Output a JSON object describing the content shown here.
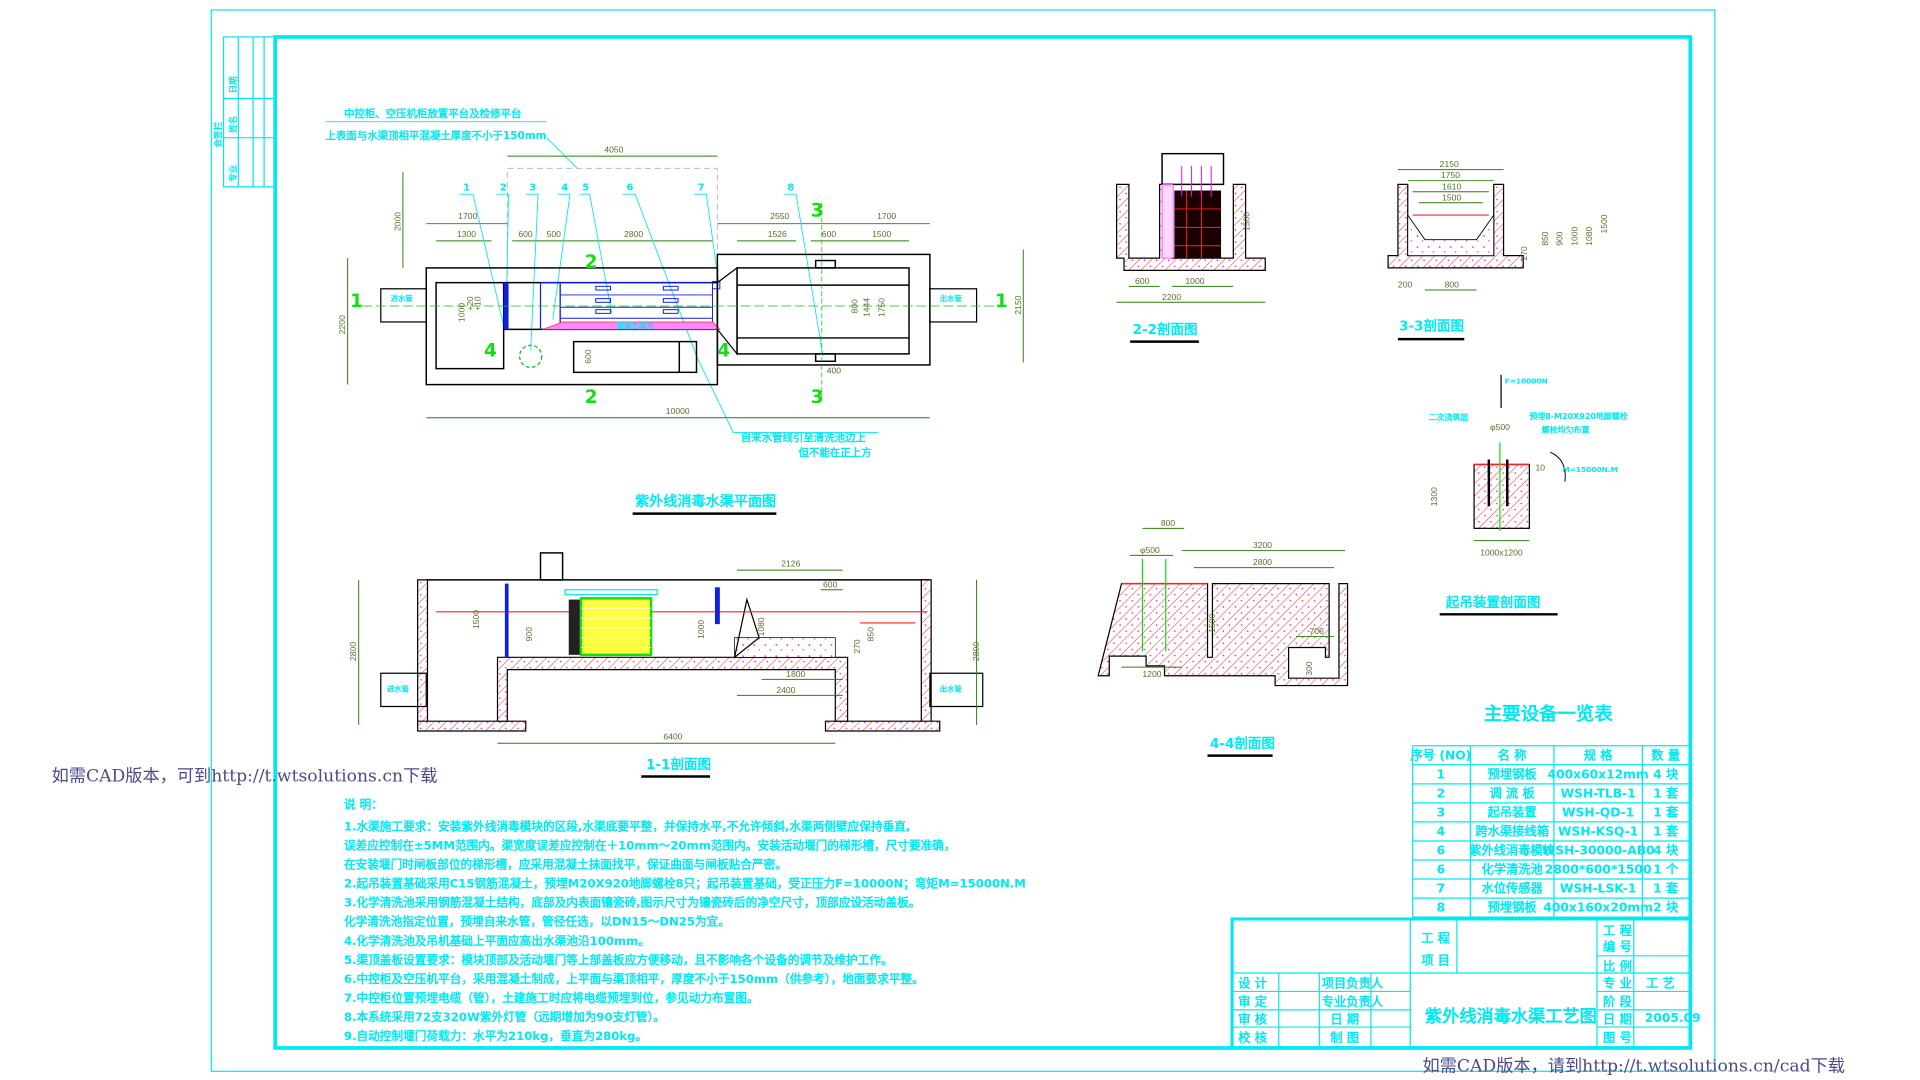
{
  "drawing": {
    "title": "紫外线消毒水渠工艺图",
    "colors": {
      "line": "#00e8f0",
      "dimension": "#2e7d10",
      "section_mark": "#10e010",
      "hatch": "#ff2020",
      "watermark": "#4a4a8a"
    }
  },
  "watermarks": {
    "left": "如需CAD版本，可到http://t.wtsolutions.cn下载",
    "bottom_right": "如需CAD版本，请到http://t.wtsolutions.cn/cad下载"
  },
  "signoff_strip": {
    "title": "会签栏",
    "cols": [
      "专业",
      "姓名",
      "日期"
    ]
  },
  "plan_view": {
    "title": "紫外线消毒水渠平面图",
    "callout_platform": [
      "中控柜、空压机柜放置平台及检修平台",
      "上表面与水渠顶相平混凝土厚度不小于150mm"
    ],
    "callout_pipe": [
      "自来水管线引至清洗池边上",
      "但不能在正上方"
    ],
    "item_numbers": [
      "1",
      "2",
      "3",
      "4",
      "5",
      "6",
      "7",
      "8"
    ],
    "inlet": "进水管",
    "outlet": "出水管",
    "label_mask": "混凝土填充",
    "tolerance": [
      "+20",
      "+10"
    ],
    "section_marks": {
      "s1": "1",
      "s2": "2",
      "s3": "3",
      "s4": "4"
    },
    "dims": {
      "d4050": "4050",
      "d2000": "2000",
      "d1700a": "1700",
      "d2550": "2550",
      "d1700b": "1700",
      "d1300": "1300",
      "d600a": "600",
      "d500": "500",
      "d2800": "2800",
      "d1526": "1526",
      "d600b": "600",
      "d1500": "1500",
      "d2200": "2200",
      "d2150": "2150",
      "d1000": "1000",
      "d600c": "600",
      "d800": "800",
      "d1444": "1444",
      "d1750": "1750",
      "d400": "400",
      "d10000": "10000"
    }
  },
  "section_1_1": {
    "title": "1-1剖面图",
    "inlet": "进水管",
    "outlet": "出水管",
    "dims": {
      "d2126": "2126",
      "d600": "600",
      "d2800l": "2800",
      "d2800r": "2800",
      "d1500": "1500",
      "d900": "900",
      "d1000": "1000",
      "d1080": "1080",
      "d850": "850",
      "d270": "270",
      "d1800": "1800",
      "d2400": "2400",
      "d6400": "6400"
    }
  },
  "section_2_2": {
    "title": "2-2剖面图",
    "dims": {
      "d1500": "1500",
      "d600": "600",
      "d1000": "1000",
      "d2200": "2200"
    }
  },
  "section_3_3": {
    "title": "3-3剖面图",
    "dims": {
      "d2150": "2150",
      "d1750": "1750",
      "d1610": "1610",
      "d1500": "1500",
      "d200": "200",
      "d800": "800",
      "d850": "850",
      "d900": "900",
      "d1000": "1000",
      "d1080": "1080",
      "d1500v": "1500",
      "d270": "270"
    }
  },
  "section_4_4": {
    "title": "4-4剖面图",
    "dims": {
      "d800": "800",
      "d500": "φ500",
      "d3200": "3200",
      "d2800": "2800",
      "d1500": "1500",
      "d700": "700",
      "d300": "300",
      "d1200": "1200"
    }
  },
  "lifting_section": {
    "title": "起吊装置剖面图",
    "force": "F=10000N",
    "moment": "M=15000N.M",
    "grout": "二次浇筑层",
    "bolts": [
      "预埋8-M20X920地脚螺栓",
      "螺栓均匀布置"
    ],
    "dims": {
      "d500": "φ500",
      "d1300": "1300",
      "d10": "10",
      "d1000x1200": "1000x1200"
    }
  },
  "equipment_table": {
    "title": "主要设备一览表",
    "headers": [
      "序号 (NO)",
      "名  称",
      "规  格",
      "数  量"
    ],
    "rows": [
      [
        "1",
        "预埋钢板",
        "400x60x12mm",
        "4 块"
      ],
      [
        "2",
        "调 流 板",
        "WSH-TLB-1",
        "1 套"
      ],
      [
        "3",
        "起吊装置",
        "WSH-QD-1",
        "1 套"
      ],
      [
        "4",
        "跨水渠接线箱",
        "WSH-KSQ-1",
        "1 套"
      ],
      [
        "6",
        "紫外线消毒模块",
        "WSH-30000-AB0",
        "4 块"
      ],
      [
        "6",
        "化学清洗池",
        "2800*600*1500",
        "1 个"
      ],
      [
        "7",
        "水位传感器",
        "WSH-LSK-1",
        "1 套"
      ],
      [
        "8",
        "预埋钢板",
        "400x160x20mm",
        "2 块"
      ]
    ]
  },
  "title_block": {
    "project_label": [
      "工 程",
      "项 目"
    ],
    "project_no_label": [
      "工 程",
      "编 号"
    ],
    "scale_label": "比 例",
    "discipline_label": "专 业",
    "discipline_value": "工 艺",
    "stage_label": "阶 段",
    "date_label": "日 期",
    "date_value": "2005.09",
    "drawing_no_label": "图 号",
    "roles": [
      "设 计",
      "审 定",
      "审 核",
      "校 核"
    ],
    "roles2": [
      "项目负责人",
      "专业负责人",
      "日 期",
      "制 图"
    ]
  },
  "notes": {
    "heading": "说 明：",
    "lines": [
      "1.水渠施工要求：安装紫外线消毒模块的区段,水渠底要平整，并保持水平,不允许倾斜,水渠两侧壁应保持垂直,",
      "  误差应控制在±5MM范围内。渠宽度误差应控制在＋10mm～20mm范围内。安装活动堰门的梯形槽，尺寸要准确，",
      "  在安装堰门时闸板部位的梯形槽，应采用混凝土抹面找平，保证曲面与闸板贴合严密。",
      "2.起吊装置基础采用C15钢筋混凝土，预埋M20X920地脚螺栓8只；起吊装置基础，受正压力F=10000N；弯矩M=15000N.M",
      "3.化学清洗池采用钢筋混凝土结构，底部及内表面镶瓷砖,图示尺寸为镶瓷砖后的净空尺寸，顶部应设活动盖板。",
      "  化学清洗池指定位置，预埋自来水管，管径任选，以DN15～DN25为宜。",
      "4.化学清洗池及吊机基础上平面应高出水渠池沿100mm。",
      "5.渠顶盖板设置要求：模块顶部及活动堰门等上部盖板应方便移动，且不影响各个设备的调节及维护工作。",
      "6.中控柜及空压机平台，采用混凝土制成，上平面与渠顶相平，厚度不小于150mm（供参考），地面要求平整。",
      "7.中控柜位置预埋电缆（管），土建施工时应将电缆预埋到位，参见动力布置图。",
      "8.本系统采用72支320W紫外灯管（远期增加为90支灯管）。",
      "9.自动控制堰门荷载力：水平为210kg，垂直为280kg。"
    ]
  }
}
